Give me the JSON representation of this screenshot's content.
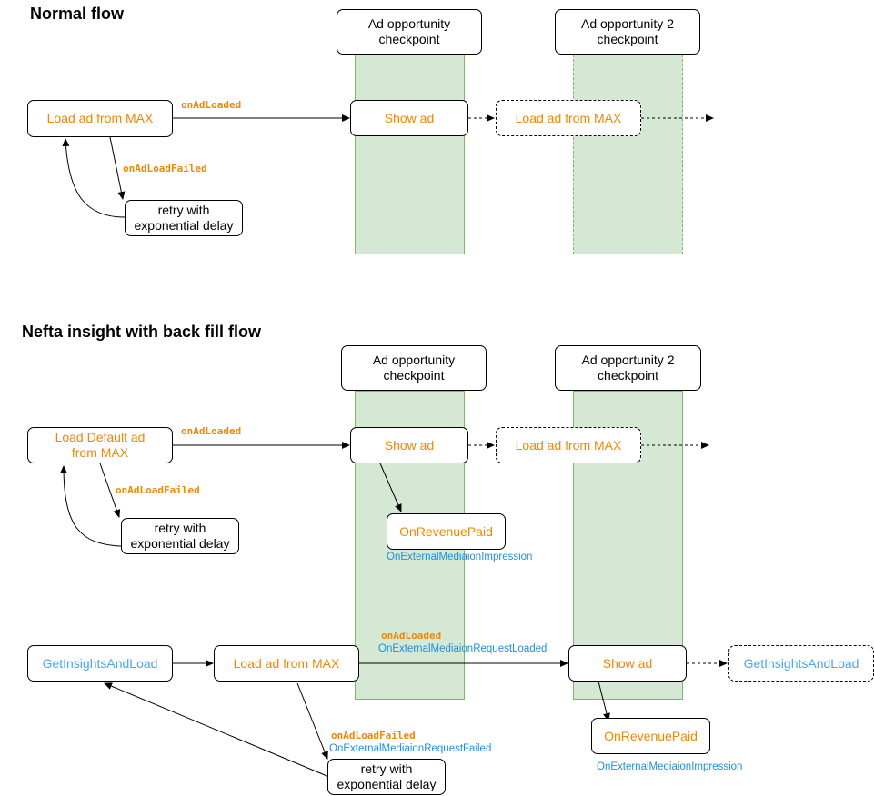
{
  "colors": {
    "accent_orange": "#f08705",
    "accent_blue": "#49a6f0",
    "band_fill": "#d5e8d4",
    "band_border": "#82b366"
  },
  "normal_flow": {
    "title": "Normal flow",
    "checkpoint_1": "Ad opportunity checkpoint",
    "checkpoint_2": "Ad opportunity 2 checkpoint",
    "load_ad": "Load ad from MAX",
    "show_ad": "Show ad",
    "load_ad_next": "Load ad from MAX",
    "retry": "retry with exponential delay",
    "on_ad_loaded": "onAdLoaded",
    "on_ad_load_failed": "onAdLoadFailed"
  },
  "nefta_flow": {
    "title": "Nefta insight with back fill flow",
    "checkpoint_1": "Ad opportunity checkpoint",
    "checkpoint_2": "Ad opportunity 2 checkpoint",
    "load_default": "Load Default ad from MAX",
    "show_ad_default": "Show ad",
    "load_ad_next": "Load ad from MAX",
    "retry_default": "retry with exponential delay",
    "on_ad_loaded_default": "onAdLoaded",
    "on_ad_load_failed_default": "onAdLoadFailed",
    "on_revenue_paid_1": "OnRevenuePaid",
    "external_impression_1": "OnExternalMediaionImpression",
    "get_insights": "GetInsightsAndLoad",
    "load_ad_max": "Load ad from MAX",
    "on_ad_loaded": "onAdLoaded",
    "external_request_loaded": "OnExternalMediaionRequestLoaded",
    "show_ad_2": "Show ad",
    "get_insights_next": "GetInsightsAndLoad",
    "on_ad_load_failed": "onAdLoadFailed",
    "external_request_failed": "OnExternalMediaionRequestFailed",
    "retry_2": "retry with exponential delay",
    "on_revenue_paid_2": "OnRevenuePaid",
    "external_impression_2": "OnExternalMediaionImpression"
  }
}
